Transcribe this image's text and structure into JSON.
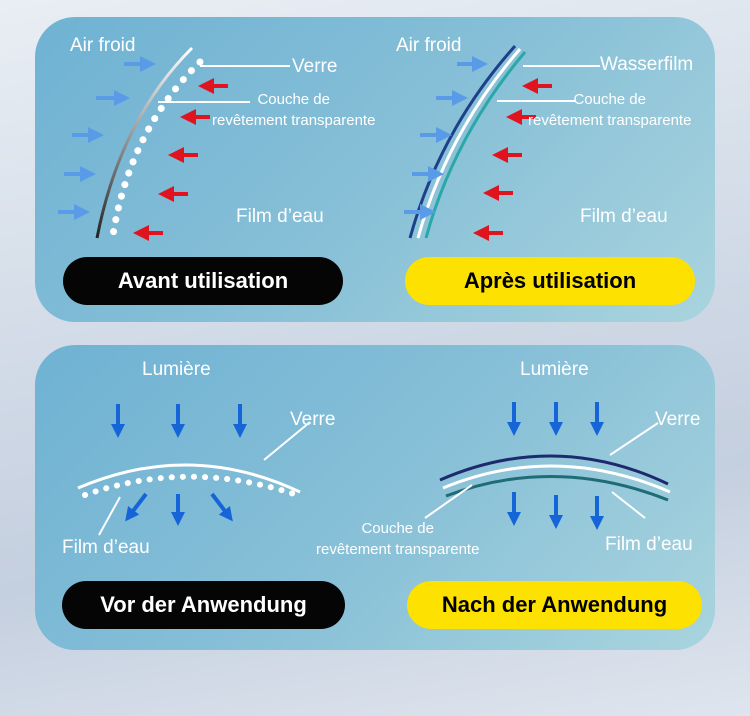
{
  "top": {
    "left": {
      "air": "Air froid",
      "glass": "Verre",
      "coating": "Couche de\nrevêtement transparente",
      "water": "Film d’eau",
      "label": "Avant utilisation"
    },
    "right": {
      "air": "Air froid",
      "waterfilm": "Wasserfilm",
      "coating": "Couche de\nrevêtement transparente",
      "water": "Film d’eau",
      "label": "Après utilisation"
    }
  },
  "bottom": {
    "left": {
      "light": "Lumière",
      "glass": "Verre",
      "water": "Film d’eau",
      "label": "Vor der Anwendung"
    },
    "right": {
      "light": "Lumière",
      "glass": "Verre",
      "coating": "Couche de\nrevêtement transparente",
      "water": "Film d’eau",
      "label": "Nach der Anwendung"
    }
  },
  "colors": {
    "cold_arrow": "#5a9be8",
    "warm_arrow": "#e0141e",
    "light_arrow": "#1565d8",
    "yellow": "#fde100"
  }
}
